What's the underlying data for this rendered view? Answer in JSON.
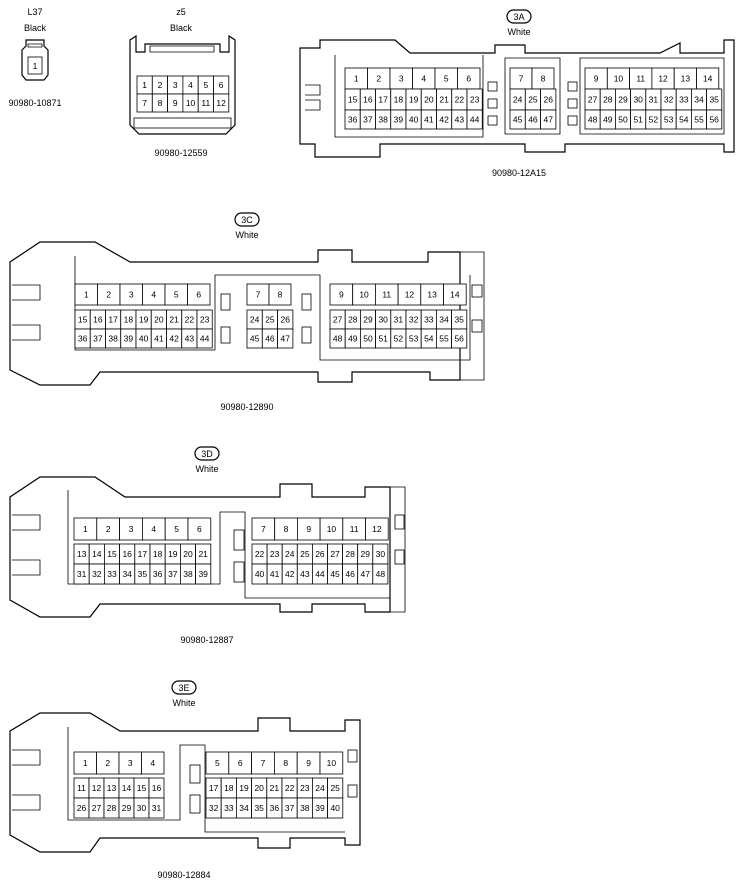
{
  "connectors": {
    "l37": {
      "code": "L37",
      "color": "Black",
      "part": "90980-10871",
      "pins": [
        "1"
      ]
    },
    "z5": {
      "code": "z5",
      "color": "Black",
      "part": "90980-12559",
      "row1": [
        "1",
        "2",
        "3",
        "4",
        "5",
        "6"
      ],
      "row2": [
        "7",
        "8",
        "9",
        "10",
        "11",
        "12"
      ]
    },
    "c3a": {
      "code": "3A",
      "color": "White",
      "part": "90980-12A15"
    },
    "c3c": {
      "code": "3C",
      "color": "White",
      "part": "90980-12890"
    },
    "c3d": {
      "code": "3D",
      "color": "White",
      "part": "90980-12887"
    },
    "c3e": {
      "code": "3E",
      "color": "White",
      "part": "90980-12884"
    }
  }
}
